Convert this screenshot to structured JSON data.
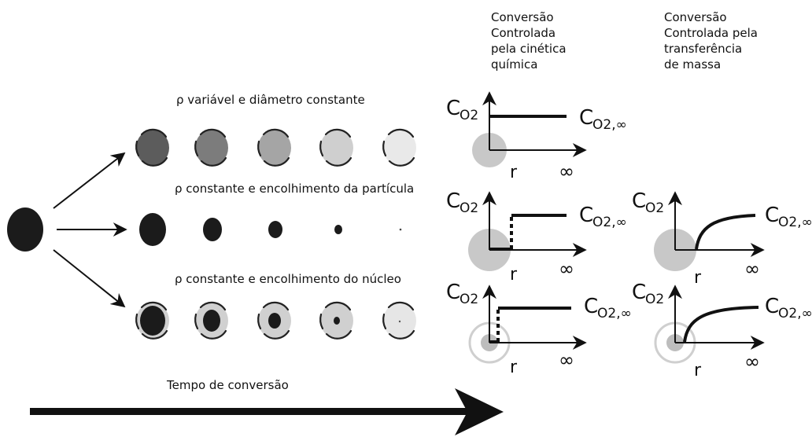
{
  "rows": {
    "variable_density": "ρ variável e diâmetro constante",
    "constant_density_particle": "ρ constante e encolhimento da partícula",
    "constant_density_core": "ρ constante e encolhimento do núcleo"
  },
  "time_label": "Tempo de conversão",
  "columns": {
    "kinetic": [
      "Conversão",
      "Controlada",
      "pela cinética",
      "química"
    ],
    "mass_transfer": [
      "Conversão",
      "Controlada pela",
      "transferência",
      "de massa"
    ]
  },
  "graph_labels": {
    "y_base": "C",
    "y_sub": "O2",
    "far_base": "C",
    "far_sub": "O2,∞",
    "x": "r",
    "infinity": "∞"
  },
  "colors": {
    "particle_dark": "#1b1b1b",
    "shade_levels": [
      "#5c5c5c",
      "#7c7c7c",
      "#a5a5a5",
      "#cfcfcf",
      "#e9e9e9"
    ],
    "sphere_gray": "#c8c8c8",
    "line": "#111111"
  }
}
